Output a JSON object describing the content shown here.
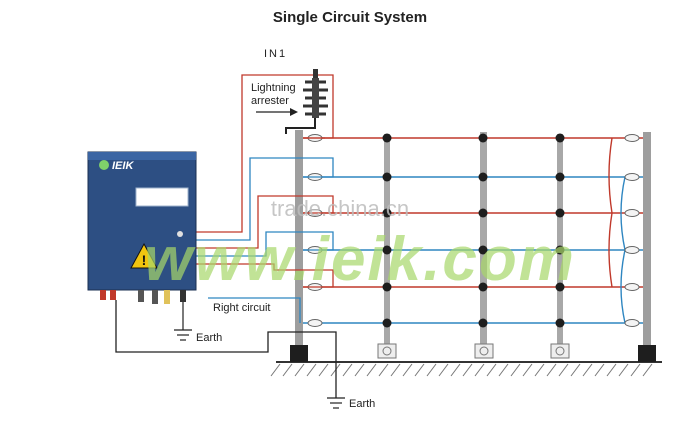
{
  "title": "Single Circuit System",
  "input_label": "IN1",
  "lightning_arrester_line1": "Lightning",
  "lightning_arrester_line2": "arrester",
  "right_circuit_label": "Right circuit",
  "earth_label_1": "Earth",
  "earth_label_2": "Earth",
  "brand_logo": "IEIK",
  "controller_caption": "",
  "watermark_center": "trade.china.cn",
  "watermark_big": "www.ieik.com",
  "colors": {
    "wire_red": "#c0392b",
    "wire_blue": "#2e86c1",
    "controller_body": "#2d4f83",
    "post": "#9e9e9e",
    "watermark_green": "#a8d86a"
  }
}
